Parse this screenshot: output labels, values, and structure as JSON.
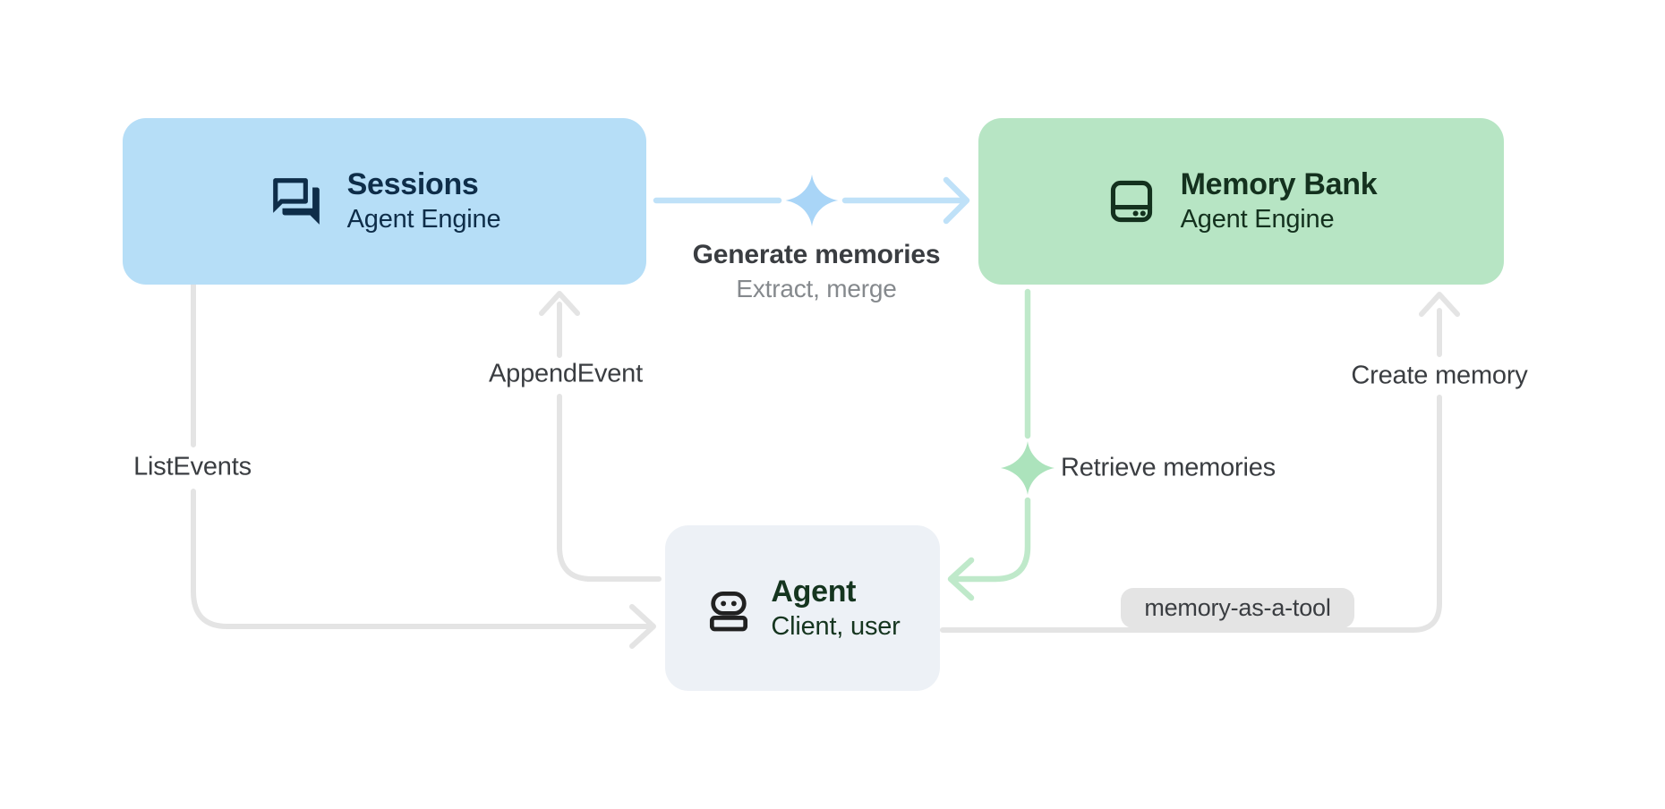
{
  "colors": {
    "background": "#ffffff",
    "sessions_box": "#b6def7",
    "sessions_text": "#0e2d49",
    "memory_box": "#b7e5c4",
    "memory_text": "#14311e",
    "agent_box": "#edf1f6",
    "agent_text": "#15351f",
    "agent_icon": "#212121",
    "blue_line": "#bfe1f8",
    "blue_sparkle": "#a9d5f7",
    "green_line": "#bfe9ca",
    "green_sparkle": "#ace3bc",
    "gray_line": "#e4e4e4",
    "pill_bg": "#e4e4e4",
    "label_dark": "#3a3d41",
    "label_gray": "#85898d"
  },
  "nodes": {
    "sessions": {
      "title": "Sessions",
      "subtitle": "Agent Engine",
      "icon": "chat-bubbles-icon"
    },
    "memory_bank": {
      "title": "Memory Bank",
      "subtitle": "Agent Engine",
      "icon": "memory-storage-icon"
    },
    "agent": {
      "title": "Agent",
      "subtitle": "Client, user",
      "icon": "robot-icon"
    }
  },
  "edges": {
    "generate_memories": {
      "label": "Generate memories",
      "sublabel": "Extract, merge",
      "icon": "sparkle-icon"
    },
    "retrieve_memories": {
      "label": "Retrieve memories",
      "icon": "sparkle-icon"
    },
    "append_event": {
      "label": "AppendEvent"
    },
    "list_events": {
      "label": "ListEvents"
    },
    "create_memory": {
      "label": "Create memory",
      "tag": "memory-as-a-tool"
    }
  }
}
